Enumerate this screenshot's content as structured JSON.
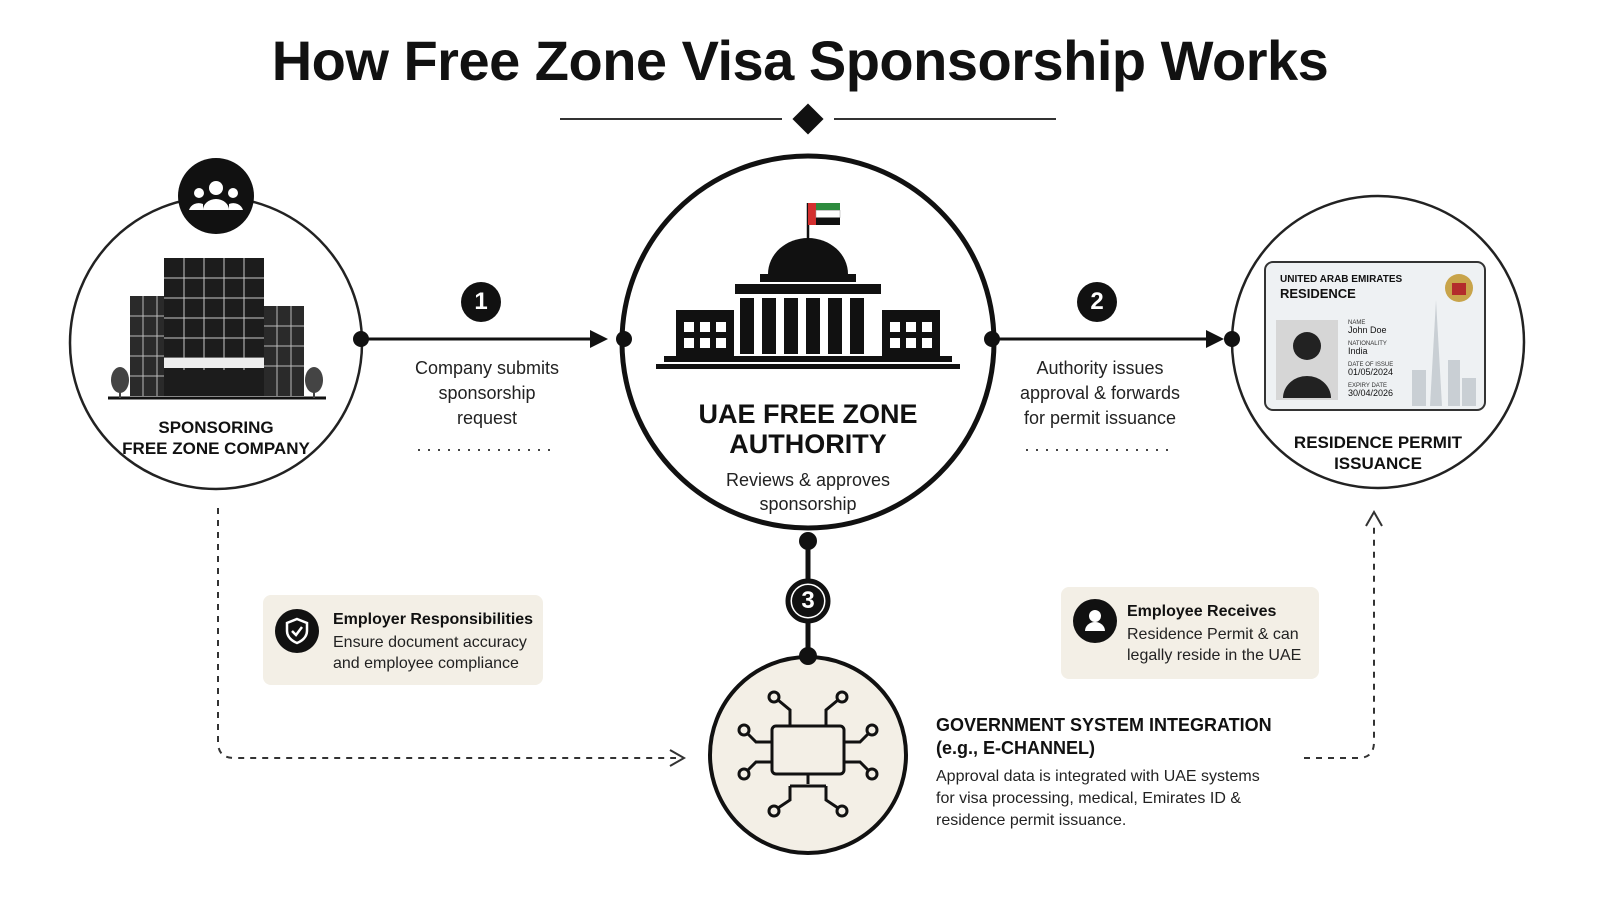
{
  "title": "How Free Zone Visa Sponsorship Works",
  "nodes": {
    "company": {
      "label_line1": "SPONSORING",
      "label_line2": "FREE ZONE COMPANY",
      "icon": "users-icon"
    },
    "authority": {
      "title_line1": "UAE FREE ZONE",
      "title_line2": "AUTHORITY",
      "sub_line1": "Reviews & approves",
      "sub_line2": "sponsorship"
    },
    "permit": {
      "label_line1": "RESIDENCE PERMIT",
      "label_line2": "ISSUANCE",
      "card": {
        "country": "UNITED ARAB EMIRATES",
        "doc_type": "RESIDENCE",
        "name_label": "NAME",
        "name": "John Doe",
        "nationality_label": "NATIONALITY",
        "nationality": "India",
        "issue_label": "DATE OF ISSUE",
        "issue_date": "01/05/2024",
        "expiry_label": "EXPIRY DATE",
        "expiry_date": "30/04/2026"
      }
    },
    "government": {
      "title_line1": "GOVERNMENT SYSTEM INTEGRATION",
      "title_line2": "(e.g., E-CHANNEL)",
      "body_line1": "Approval data is integrated with UAE systems",
      "body_line2": "for visa processing, medical, Emirates ID &",
      "body_line3": "residence permit issuance."
    }
  },
  "steps": [
    {
      "number": "1",
      "line1": "Company submits",
      "line2": "sponsorship",
      "line3": "request"
    },
    {
      "number": "2",
      "line1": "Authority issues",
      "line2": "approval & forwards",
      "line3": "for permit issuance"
    },
    {
      "number": "3"
    }
  ],
  "info_boxes": {
    "employer": {
      "title": "Employer Responsibilities",
      "line1": "Ensure document accuracy",
      "line2": "and employee compliance",
      "icon": "shield-check-icon"
    },
    "employee": {
      "title": "Employee Receives",
      "line1": "Residence Permit & can",
      "line2": "legally reside in the UAE",
      "icon": "user-icon"
    }
  },
  "colors": {
    "ink": "#111111",
    "box_bg": "#f3efe6",
    "flag_green": "#2e8b3e",
    "flag_red": "#d32f2f"
  }
}
